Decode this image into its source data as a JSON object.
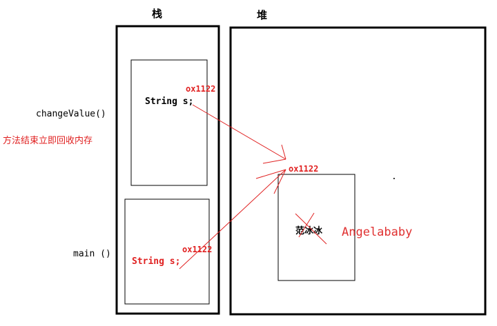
{
  "labels": {
    "stack_title": "栈",
    "heap_title": "堆",
    "change_value": "changeValue()",
    "method_end_note": "方法结束立即回收内存",
    "main": "main ()",
    "string_s_top": "String s;",
    "string_s_bottom": "String s;",
    "addr_top": "ox1122",
    "addr_heap": "ox1122",
    "addr_bottom": "ox1122",
    "old_value": "范冰冰",
    "new_value": "Angelababy",
    "dot": "."
  },
  "colors": {
    "line": "#000000",
    "arrow": "#e02020",
    "accent_text": "#e02020"
  }
}
